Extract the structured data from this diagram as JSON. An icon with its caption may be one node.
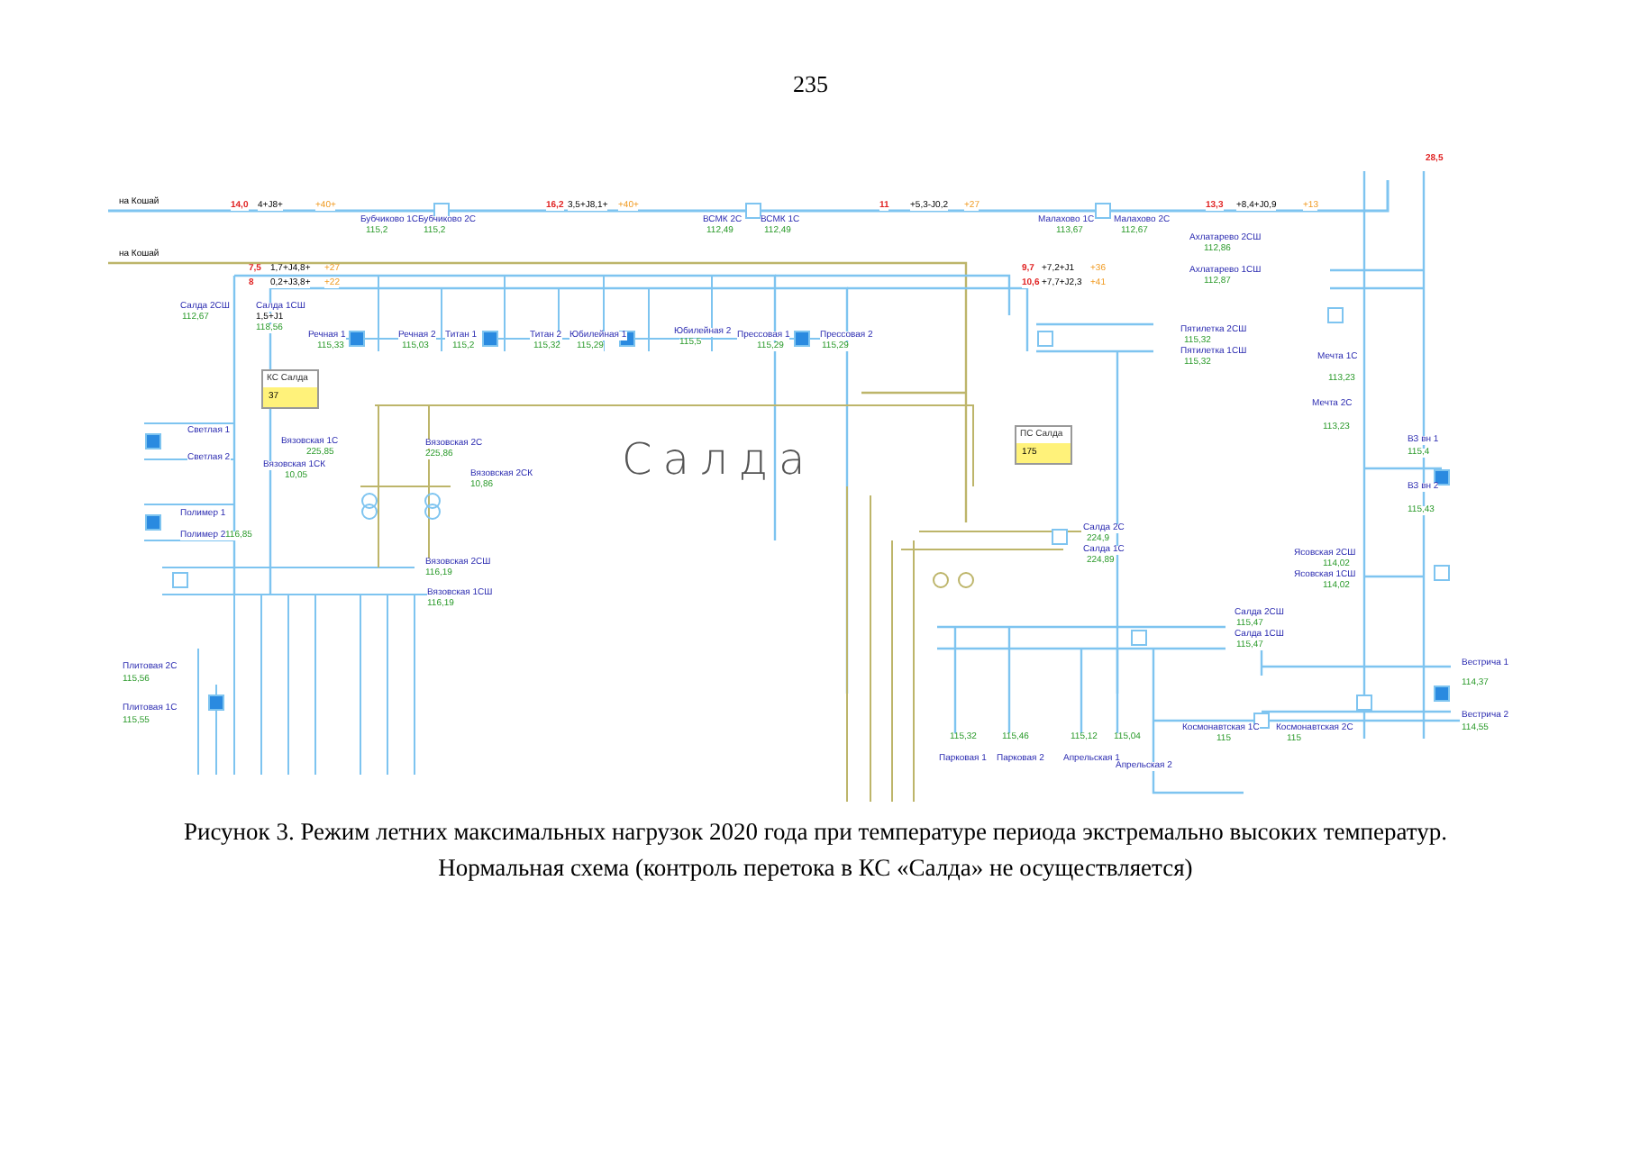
{
  "diagram": {
    "caption": "Рисунок 3. Режим летних максимальных нагрузок 2020 года при температуре периода экстремально высоких температур. Нормальная схема (контроль перетока в КС «Салда» не осуществляется)",
    "nodes": [
      {
        "text": [
          "КС Салда",
          "37"
        ]
      },
      {
        "text": [
          "ПС Салда",
          "175"
        ]
      }
    ],
    "labels": [
      "235",
      "на Кошай",
      "14,0",
      "4+J8+",
      "+40+",
      "Бубчиково 1С",
      "115,2",
      "Бубчиково 2С",
      "115,2",
      "16,2",
      "3,5+J8,1+",
      "+40+",
      "ВСМК 2С",
      "112,49",
      "ВСМК 1С",
      "112,49",
      "11",
      "+5,3-J0,2",
      "+27",
      "Малахово 1С",
      "113,67",
      "Малахово 2С",
      "112,67",
      "13,3",
      "+8,4+J0,9",
      "+13",
      "28,5",
      "на Кошай",
      "Ахлатарево 2СШ",
      "112,86",
      "Ахлатарево 1СШ",
      "112,87",
      "7,5",
      "1,7+J4,8+",
      "+27",
      "9,7",
      "+7,2+J1",
      "+36",
      "8",
      "0,2+J3,8+",
      "+22",
      "10,6",
      "+7,7+J2,3",
      "+41",
      "Салда 2СШ",
      "112,67",
      "Салда 1СШ",
      "1,5+J1",
      "118,56",
      "Речная 1",
      "115,33",
      "Речная 2",
      "115,03",
      "Титан 1",
      "115,2",
      "Титан 2",
      "115,32",
      "Юбилейная 1",
      "115,29",
      "Юбилейная 2",
      "115,5",
      "Прессовая 1",
      "115,29",
      "Прессовая 2",
      "115,29",
      "Пятилетка 2СШ",
      "115,32",
      "Пятилетка 1СШ",
      "115,32",
      "Мечта 1С",
      "113,23",
      "Мечта 2С",
      "113,23",
      "ВЗ вн 1",
      "115,4",
      "ВЗ вн 2",
      "115,43",
      "Светлая 1",
      "Светлая 2",
      "Полимер 1",
      "Полимер 2",
      "116,85",
      "Вязовская 1С",
      "225,85",
      "Вязовская 1СК",
      "10,05",
      "Вязовская 2С",
      "225,86",
      "Вязовская 2СК",
      "10,86",
      "Салда",
      "Вязовская 2СШ",
      "116,19",
      "Вязовская 1СШ",
      "116,19",
      "Салда 2С",
      "224,9",
      "Салда 1С",
      "224,89",
      "Ясовская 2СШ",
      "114,02",
      "Ясовская 1СШ",
      "114,02",
      "Салда 2СШ",
      "115,47",
      "Салда 1СШ",
      "115,47",
      "Плитовая 2С",
      "115,56",
      "Плитовая 1С",
      "115,55",
      "Вестрича 1",
      "114,37",
      "Вестрича 2",
      "114,55",
      "115,32",
      "Парковая 1",
      "115,46",
      "Парковая 2",
      "115,12",
      "Апрельская 1",
      "115,04",
      "Апрельская 2",
      "Космонавтская 1С",
      "115",
      "Космонавтская 2С",
      "115"
    ]
  }
}
